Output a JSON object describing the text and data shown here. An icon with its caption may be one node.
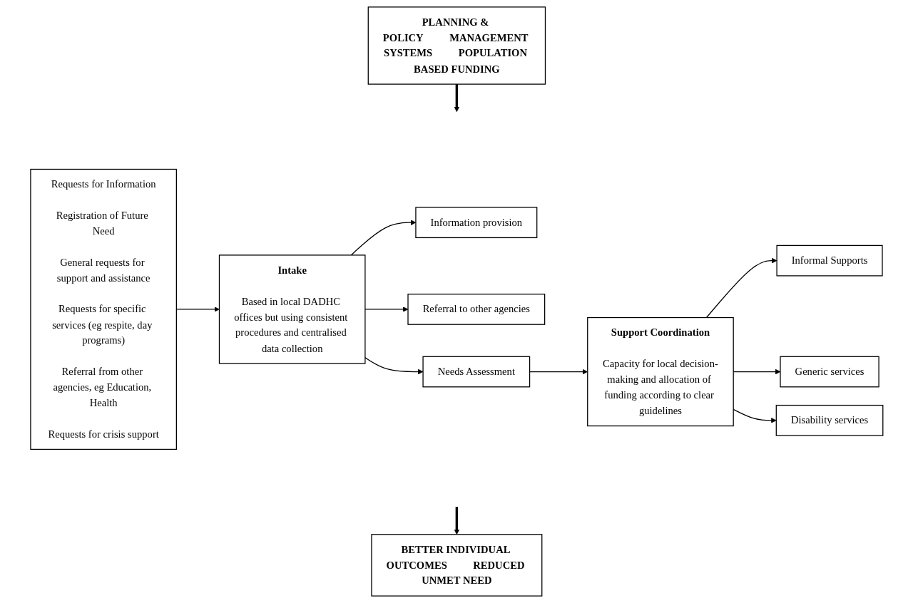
{
  "diagram": {
    "nodes": [
      {
        "text": [
          "PLANNING & POLICY",
          "MANAGEMENT SYSTEMS",
          "POPULATION BASED FUNDING"
        ]
      },
      {
        "text": [
          "Requests for Information",
          "Registration of Future Need",
          "General requests for support and assistance",
          "Requests for specific services (eg respite, day programs)",
          "Referral from other agencies, eg Education, Health",
          "Requests for crisis support"
        ]
      },
      {
        "text": [
          "Intake",
          "Based in local DADHC offices but using consistent procedures and centralised data collection"
        ]
      },
      {
        "text": [
          "Information provision"
        ]
      },
      {
        "text": [
          "Referral to other agencies"
        ]
      },
      {
        "text": [
          "Needs Assessment"
        ]
      },
      {
        "text": [
          "Support Coordination",
          "Capacity for local decision-making and allocation of funding according to clear guidelines"
        ]
      },
      {
        "text": [
          "Informal Supports"
        ]
      },
      {
        "text": [
          "Generic services"
        ]
      },
      {
        "text": [
          "Disability services"
        ]
      },
      {
        "text": [
          "BETTER INDIVIDUAL OUTCOMES",
          "REDUCED UNMET NEED"
        ]
      }
    ],
    "edges": [
      {
        "from": 0,
        "to": null,
        "arrow": "to",
        "style": "thick"
      },
      {
        "from": 1,
        "to": 2,
        "arrow": "to"
      },
      {
        "from": 2,
        "to": 3,
        "arrow": "to"
      },
      {
        "from": 2,
        "to": 4,
        "arrow": "to"
      },
      {
        "from": 2,
        "to": 5,
        "arrow": "to"
      },
      {
        "from": 5,
        "to": 6,
        "arrow": "to"
      },
      {
        "from": 6,
        "to": 7,
        "arrow": "to"
      },
      {
        "from": 6,
        "to": 8,
        "arrow": "to"
      },
      {
        "from": 6,
        "to": 9,
        "arrow": "to"
      },
      {
        "from": null,
        "to": 10,
        "arrow": "to",
        "style": "thick"
      }
    ]
  }
}
